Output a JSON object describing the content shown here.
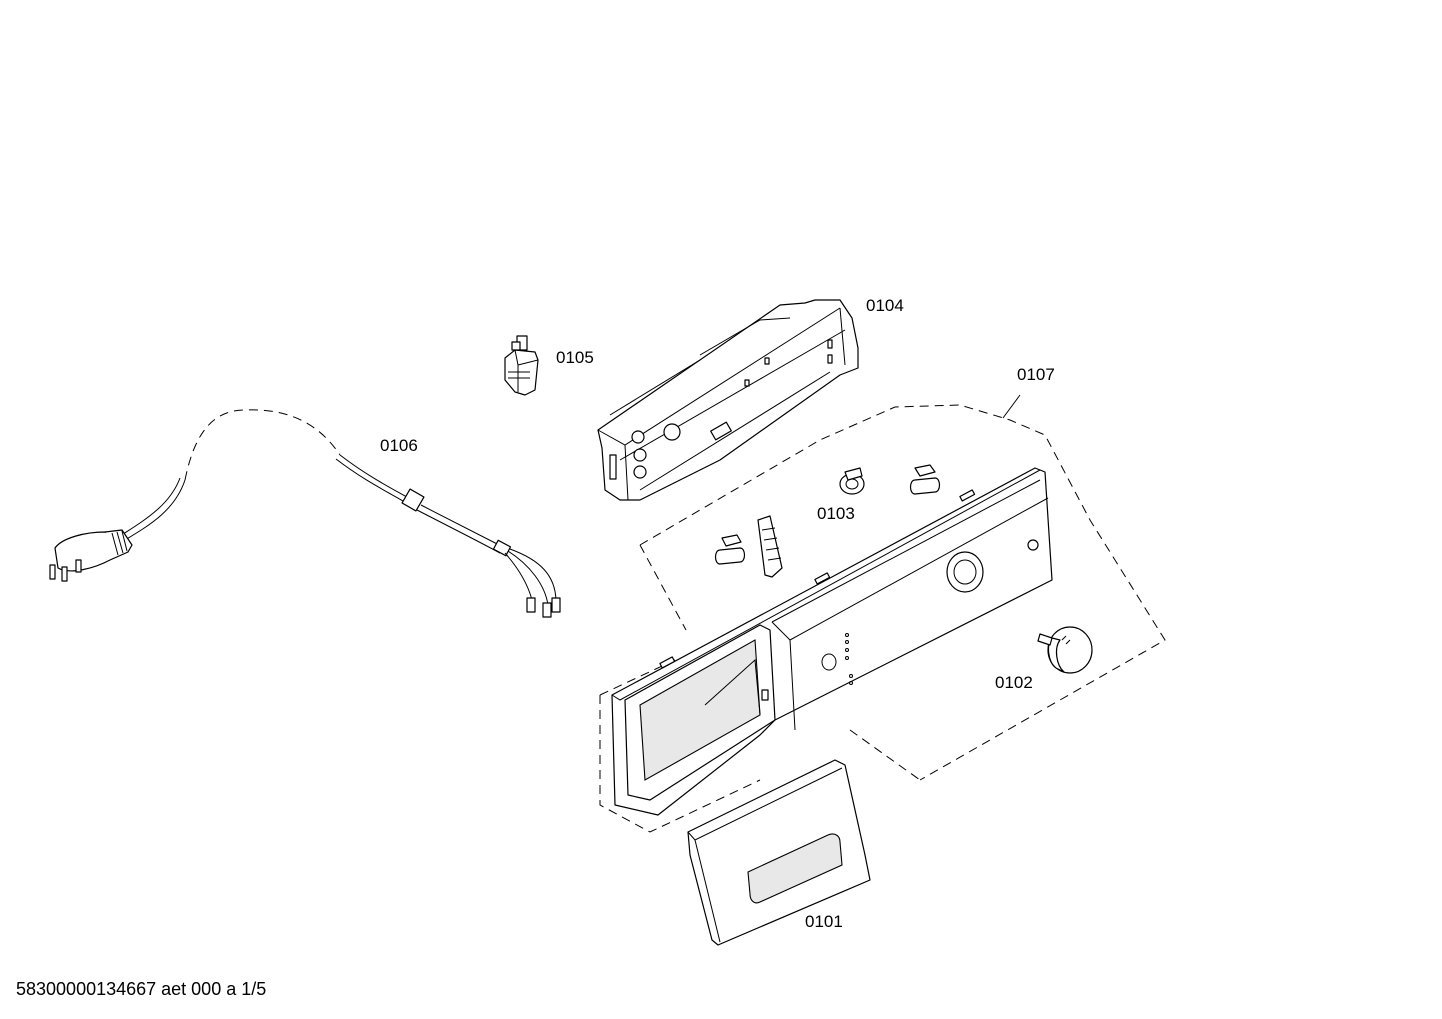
{
  "callouts": {
    "p0101": "0101",
    "p0102": "0102",
    "p0103": "0103",
    "p0104": "0104",
    "p0105": "0105",
    "p0106": "0106",
    "p0107": "0107"
  },
  "footer": {
    "document_code": "58300000134667 aet 000 a 1/5"
  }
}
